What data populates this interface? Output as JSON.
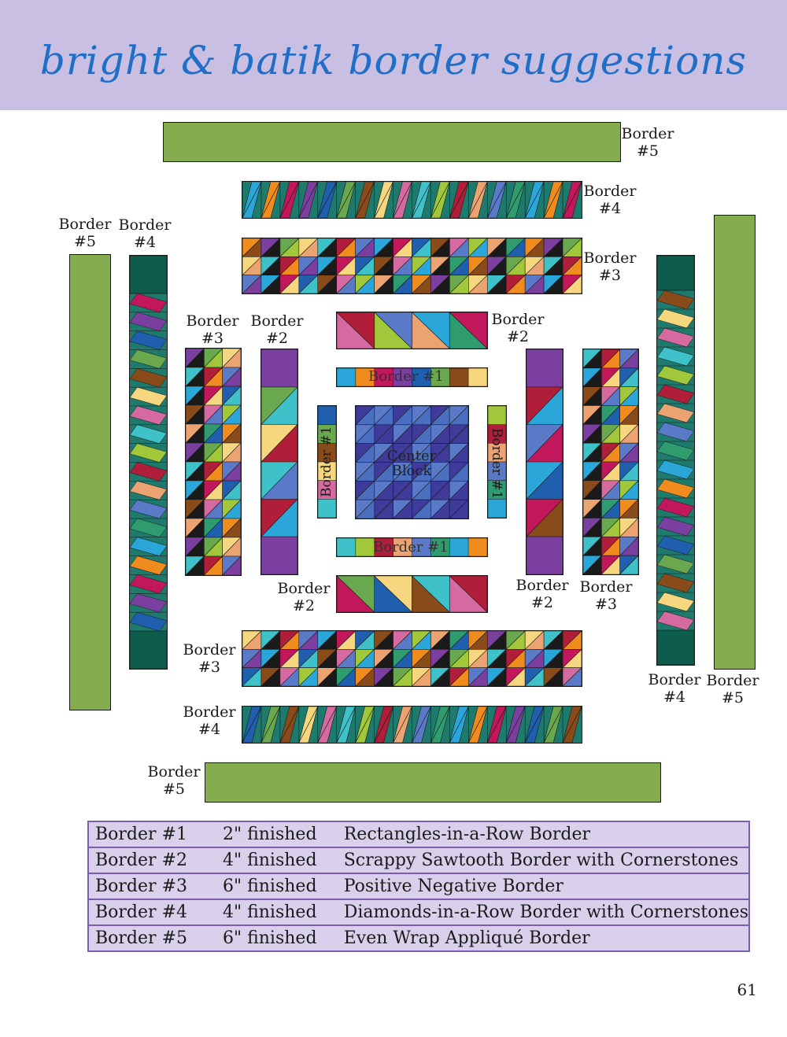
{
  "header": {
    "title": "bright & batik border suggestions"
  },
  "labels": {
    "border1": "Border #1",
    "border2": "Border\n#2",
    "border3": "Border\n#3",
    "border4": "Border\n#4",
    "border5": "Border\n#5",
    "center": "Center\nBlock"
  },
  "legend": {
    "rows": [
      {
        "name": "Border #1",
        "size": "2\" finished",
        "desc": "Rectangles-in-a-Row Border"
      },
      {
        "name": "Border #2",
        "size": "4\" finished",
        "desc": "Scrappy Sawtooth Border with Cornerstones"
      },
      {
        "name": "Border #3",
        "size": "6\" finished",
        "desc": "Positive Negative Border"
      },
      {
        "name": "Border #4",
        "size": "4\" finished",
        "desc": "Diamonds-in-a-Row Border with Cornerstones"
      },
      {
        "name": "Border #5",
        "size": "6\" finished",
        "desc": "Even Wrap Appliqué Border"
      }
    ]
  },
  "page_number": "61",
  "colors": {
    "header_bg": "#c8bfe2",
    "title": "#1f6ec7",
    "border5_green": "#85ad4f",
    "teal": "#1e7a6c",
    "dark_green": "#0e5c4c",
    "legend_bg": "#d9d1ec",
    "legend_rule": "#7b5cae",
    "center_blue": "#4a6fc0",
    "center_purple": "#3e3b9a"
  }
}
